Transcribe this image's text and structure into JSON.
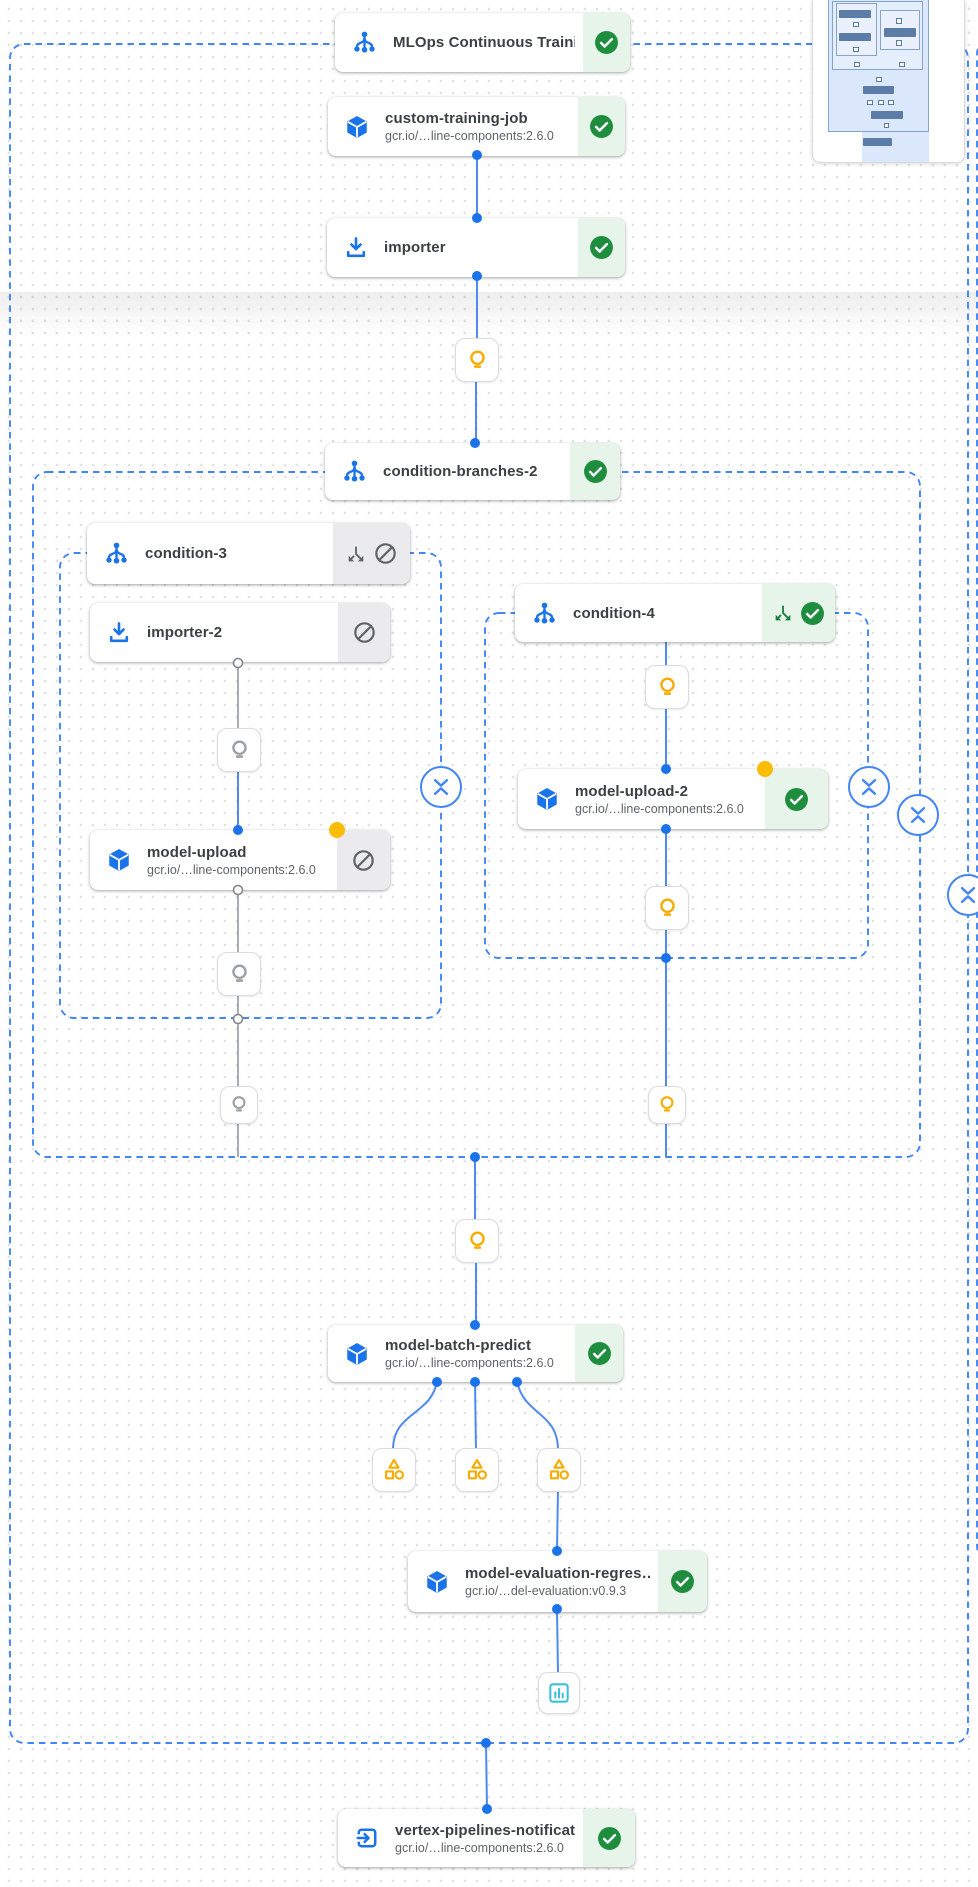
{
  "pipeline": {
    "nodes": [
      {
        "id": "mlops-continuous-training",
        "title": "MLOps Continuous Traini…",
        "icon": "dag-icon",
        "status": "succeeded"
      },
      {
        "id": "custom-training-job",
        "title": "custom-training-job",
        "subtitle": "gcr.io/…line-components:2.6.0",
        "icon": "cube-icon",
        "status": "succeeded"
      },
      {
        "id": "importer",
        "title": "importer",
        "icon": "import-icon",
        "status": "succeeded"
      },
      {
        "id": "condition-branches-2",
        "title": "condition-branches-2",
        "icon": "dag-icon",
        "status": "succeeded"
      },
      {
        "id": "condition-3",
        "title": "condition-3",
        "icon": "dag-icon",
        "status": "skipped",
        "branch_icon": true
      },
      {
        "id": "importer-2",
        "title": "importer-2",
        "icon": "import-icon",
        "status": "skipped"
      },
      {
        "id": "model-upload",
        "title": "model-upload",
        "subtitle": "gcr.io/…line-components:2.6.0",
        "icon": "cube-icon",
        "status": "skipped",
        "cached": true
      },
      {
        "id": "condition-4",
        "title": "condition-4",
        "icon": "dag-icon",
        "status": "succeeded",
        "branch_icon": true
      },
      {
        "id": "model-upload-2",
        "title": "model-upload-2",
        "subtitle": "gcr.io/…line-components:2.6.0",
        "icon": "cube-icon",
        "status": "succeeded",
        "cached": true
      },
      {
        "id": "model-batch-predict",
        "title": "model-batch-predict",
        "subtitle": "gcr.io/…line-components:2.6.0",
        "icon": "cube-icon",
        "status": "succeeded"
      },
      {
        "id": "model-evaluation-regression",
        "title": "model-evaluation-regres…",
        "subtitle": "gcr.io/…del-evaluation:v0.9.3",
        "icon": "cube-icon",
        "status": "succeeded"
      },
      {
        "id": "vertex-pipelines-notification",
        "title": "vertex-pipelines-notificat…",
        "subtitle": "gcr.io/…line-components:2.6.0",
        "icon": "exit-icon",
        "status": "succeeded"
      }
    ],
    "condition_markers": [
      {
        "icon": "lightbulb-icon",
        "state": "active"
      },
      {
        "icon": "lightbulb-icon",
        "state": "skipped"
      },
      {
        "icon": "lightbulb-icon",
        "state": "active"
      },
      {
        "icon": "lightbulb-icon",
        "state": "skipped"
      },
      {
        "icon": "lightbulb-icon",
        "state": "active"
      },
      {
        "icon": "lightbulb-icon",
        "state": "skipped"
      },
      {
        "icon": "lightbulb-icon",
        "state": "active"
      },
      {
        "icon": "lightbulb-icon",
        "state": "active"
      }
    ],
    "artifact_markers": [
      {
        "icon": "artifact-icon"
      },
      {
        "icon": "artifact-icon"
      },
      {
        "icon": "artifact-icon"
      }
    ],
    "metrics_marker": {
      "icon": "metrics-chart-icon"
    },
    "collapse_buttons": [
      {
        "icon": "collapse-icon"
      },
      {
        "icon": "collapse-icon"
      },
      {
        "icon": "collapse-icon"
      },
      {
        "icon": "collapse-icon"
      }
    ]
  },
  "colors": {
    "edge_blue": "#4e8af0",
    "dashed_border_blue": "#4285f4",
    "port_dot_blue": "#1a73e8",
    "edge_gray": "#9aa0a6",
    "node_icon_blue": "#1a73e8",
    "success_bg": "#e6f4ea",
    "success_green": "#1e8e3e",
    "branch_green": "#188038",
    "skipped_bg": "#ebebee",
    "skipped_gray": "#5f6368",
    "bulb_yellow": "#f9ab00",
    "cache_dot_yellow": "#fbbc04",
    "metrics_cyan": "#3fc0da",
    "title_text": "#3c4043",
    "subtitle_text": "#5f6368"
  }
}
